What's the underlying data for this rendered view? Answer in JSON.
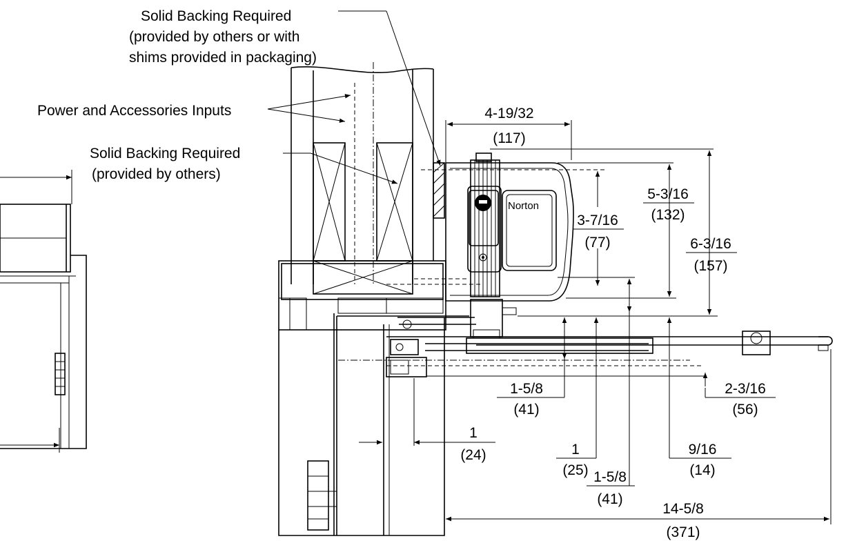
{
  "labels": {
    "backing_top": [
      "Solid Backing Required",
      "(provided by others or with",
      "shims provided in packaging)"
    ],
    "power_inputs": "Power and Accessories Inputs",
    "backing_mid": [
      "Solid Backing Required",
      "(provided by others)"
    ],
    "brand": "Norton"
  },
  "dimensions": {
    "d_4_19_32": {
      "imperial": "4-19/32",
      "metric": "(117)"
    },
    "d_5_3_16": {
      "imperial": "5-3/16",
      "metric": "(132)"
    },
    "d_3_7_16": {
      "imperial": "3-7/16",
      "metric": "(77)"
    },
    "d_6_3_16": {
      "imperial": "6-3/16",
      "metric": "(157)"
    },
    "d_1_5_8_a": {
      "imperial": "1-5/8",
      "metric": "(41)"
    },
    "d_2_3_16": {
      "imperial": "2-3/16",
      "metric": "(56)"
    },
    "d_1_24": {
      "imperial": "1",
      "metric": "(24)"
    },
    "d_1_25": {
      "imperial": "1",
      "metric": "(25)"
    },
    "d_9_16": {
      "imperial": "9/16",
      "metric": "(14)"
    },
    "d_1_5_8_b": {
      "imperial": "1-5/8",
      "metric": "(41)"
    },
    "d_14_5_8": {
      "imperial": "14-5/8",
      "metric": "(371)"
    }
  }
}
